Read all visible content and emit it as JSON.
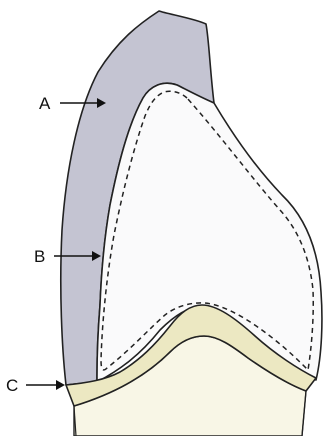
{
  "diagram": {
    "labels": [
      {
        "id": "A",
        "text": "A"
      },
      {
        "id": "B",
        "text": "B"
      },
      {
        "id": "C",
        "text": "C"
      }
    ]
  },
  "colors": {
    "outer_layer": "#c4c4d2",
    "inner_region": "#fafafb",
    "band": "#ece8c2",
    "base": "#f8f6e6",
    "outline": "#222222"
  }
}
